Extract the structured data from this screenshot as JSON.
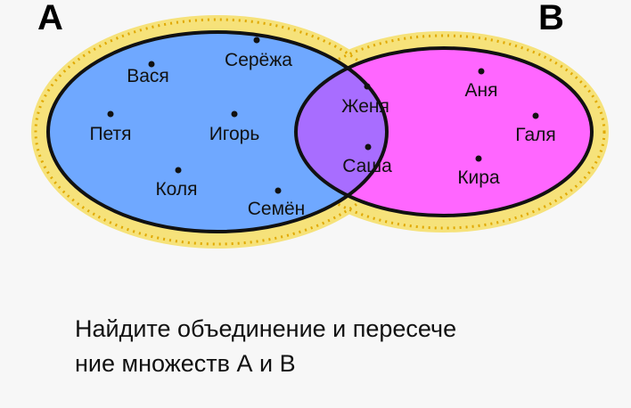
{
  "sets": {
    "a_label": "A",
    "b_label": "B"
  },
  "colors": {
    "background": "#f7f7f7",
    "halo": "#f6e27a",
    "halo_dots": "#e0a800",
    "set_a_fill": "#6fa8ff",
    "set_b_fill": "#ff66ff",
    "intersection_fill": "#a86dff",
    "outline": "#111111"
  },
  "elements": [
    {
      "name": "Вася",
      "region": "A"
    },
    {
      "name": "Серёжа",
      "region": "A"
    },
    {
      "name": "Петя",
      "region": "A"
    },
    {
      "name": "Игорь",
      "region": "A"
    },
    {
      "name": "Коля",
      "region": "A"
    },
    {
      "name": "Семён",
      "region": "A"
    },
    {
      "name": "Женя",
      "region": "A∩B"
    },
    {
      "name": "Саша",
      "region": "A∩B"
    },
    {
      "name": "Аня",
      "region": "B"
    },
    {
      "name": "Галя",
      "region": "B"
    },
    {
      "name": "Кира",
      "region": "B"
    }
  ],
  "caption": {
    "line1": "Найдите объединение и пересече",
    "line2": "ние множеств А и В"
  }
}
